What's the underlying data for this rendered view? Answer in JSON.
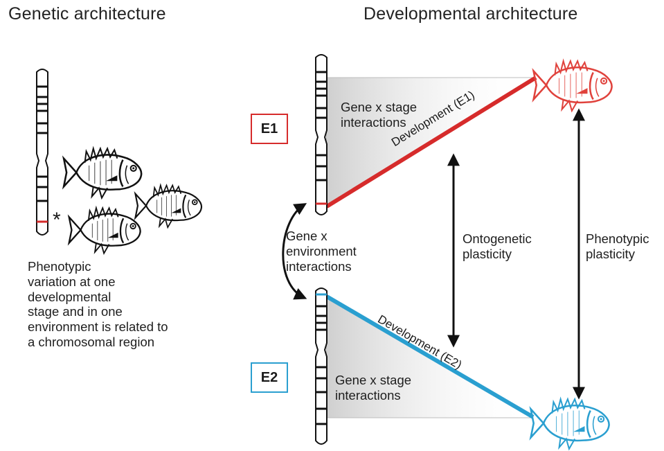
{
  "titles": {
    "genetic": "Genetic architecture",
    "developmental": "Developmental  architecture"
  },
  "left_caption": "Phenotypic\nvariation at one\ndevelopmental\nstage and in one\nenvironment is related to\na chromosomal region",
  "asterisk": "*",
  "environments": {
    "e1": {
      "label": "E1",
      "color": "#d62b2b"
    },
    "e2": {
      "label": "E2",
      "color": "#2a9fd0"
    }
  },
  "labels": {
    "gene_stage_top": "Gene x stage\ninteractions",
    "gene_stage_bottom": "Gene x stage\ninteractions",
    "gene_env": "Gene x\nenvironment\ninteractions",
    "ontogenetic": "Ontogenetic\nplasticity",
    "phenotypic": "Phenotypic\nplasticity",
    "dev_e1": "Development (E1)",
    "dev_e2": "Development (E2)"
  },
  "icons": {
    "chromosome": "chromosome-icon",
    "fish": "fish-icon"
  }
}
